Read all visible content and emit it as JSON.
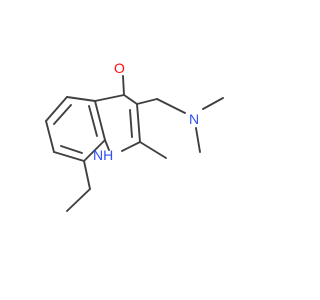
{
  "molecule": {
    "atom_labels": {
      "oxygen": "O",
      "nitrogen_ring": "NH",
      "nitrogen_amine": "N"
    },
    "colors": {
      "bond": "#404040",
      "oxygen": "#ff0d0d",
      "nitrogen": "#3050f8"
    }
  }
}
